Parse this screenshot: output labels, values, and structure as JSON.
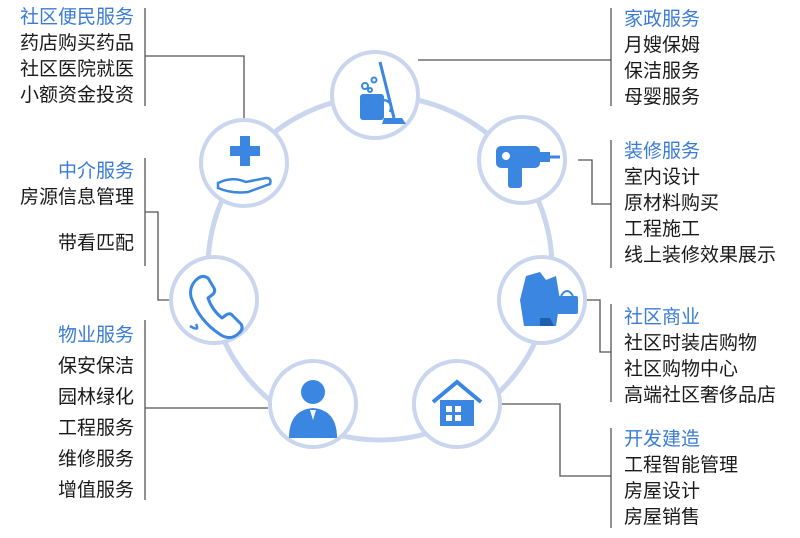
{
  "sections": {
    "community": {
      "title": "社区便民服务",
      "items": [
        "药店购买药品",
        "社区医院就医",
        "小额资金投资"
      ]
    },
    "agency": {
      "title": "中介服务",
      "items": [
        "房源信息管理",
        "带看匹配"
      ]
    },
    "property": {
      "title": "物业服务",
      "items": [
        "保安保洁",
        "园林绿化",
        "工程服务",
        "维修服务",
        "增值服务"
      ]
    },
    "housekeeping": {
      "title": "家政服务",
      "items": [
        "月嫂保姆",
        "保洁服务",
        "母婴服务"
      ]
    },
    "decoration": {
      "title": "装修服务",
      "items": [
        "室内设计",
        "原材料购买",
        "工程施工",
        "线上装修效果展示"
      ]
    },
    "commerce": {
      "title": "社区商业",
      "items": [
        "社区时装店购物",
        "社区购物中心",
        "高端社区奢侈品店"
      ]
    },
    "development": {
      "title": "开发建造",
      "items": [
        "工程智能管理",
        "房屋设计",
        "房屋销售"
      ]
    }
  },
  "colors": {
    "accent": "#3a7bd5",
    "ring": "#c9d6ee",
    "line": "#555555",
    "icon": "#3a86e0"
  },
  "icons": [
    "medical-hand-icon",
    "cleaning-icon",
    "drill-icon",
    "fashion-icon",
    "house-icon",
    "person-icon",
    "phone-icon"
  ]
}
